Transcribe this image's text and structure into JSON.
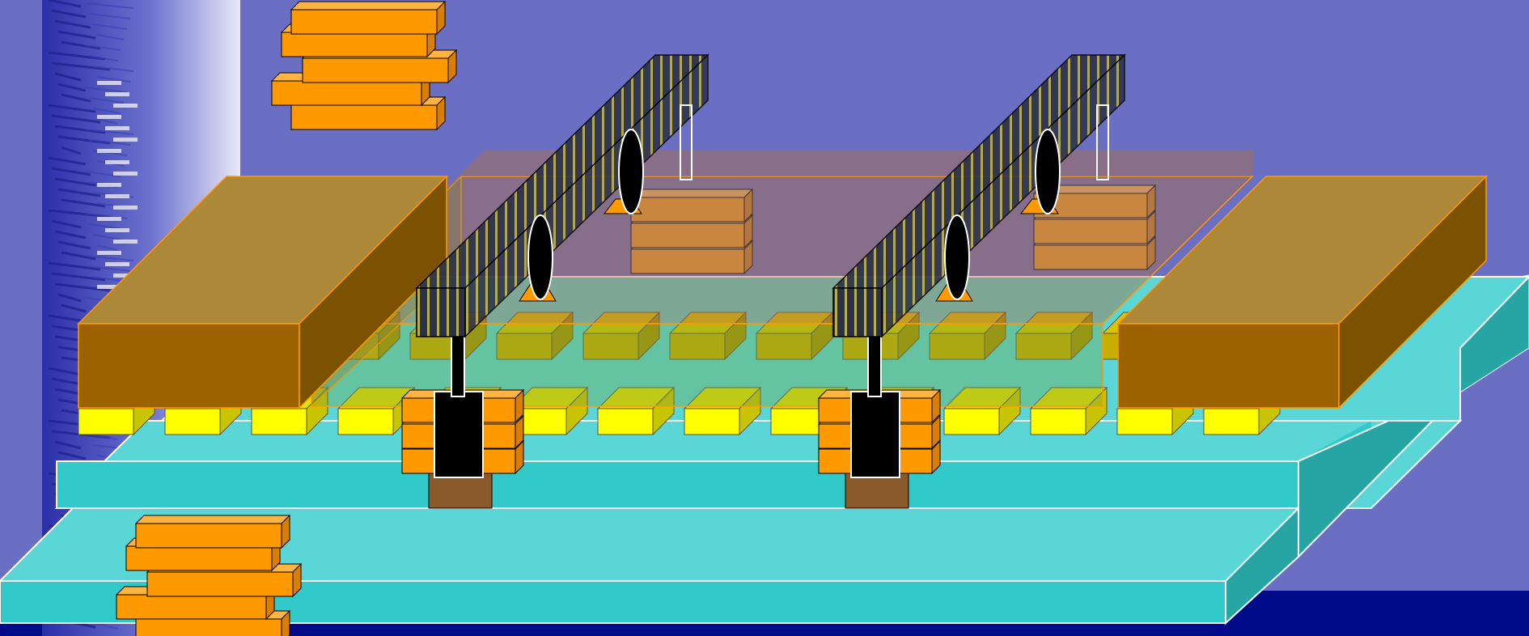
{
  "colors": {
    "background": "#6b6fc3",
    "photo_strip": "#2b2fa8",
    "bottom_band": "#020b8a",
    "dock_top": "#5ad6d6",
    "dock_front": "#31c9c9",
    "dock_side": "#27a5a5",
    "yellow_block_top": "#e4e000",
    "yellow_block_front": "#ffff00",
    "yellow_block_side": "#c9c400",
    "stack_orange": "#ff9900",
    "stack_top": "#ffb340",
    "stack_side": "#d97e00",
    "container_front": "#9c6200",
    "container_top": "#ad8838",
    "container_side": "#7c5200",
    "transparent_box": "rgba(180,110,40,0.45)",
    "crane_beam": "#2b3147",
    "crane_stripe": "#b9b04d",
    "crane_base": "#8b5a2b",
    "black": "#000000"
  },
  "icons": {
    "photo": "harbor-photo-strip",
    "crane": "gantry-crane-icon",
    "container": "shipping-container-icon",
    "stack": "container-stack-icon",
    "block": "cargo-block-icon"
  },
  "scene": {
    "cranes": 2,
    "containers": 2,
    "container_stacks": 4,
    "cargo_block_rows": 2
  }
}
